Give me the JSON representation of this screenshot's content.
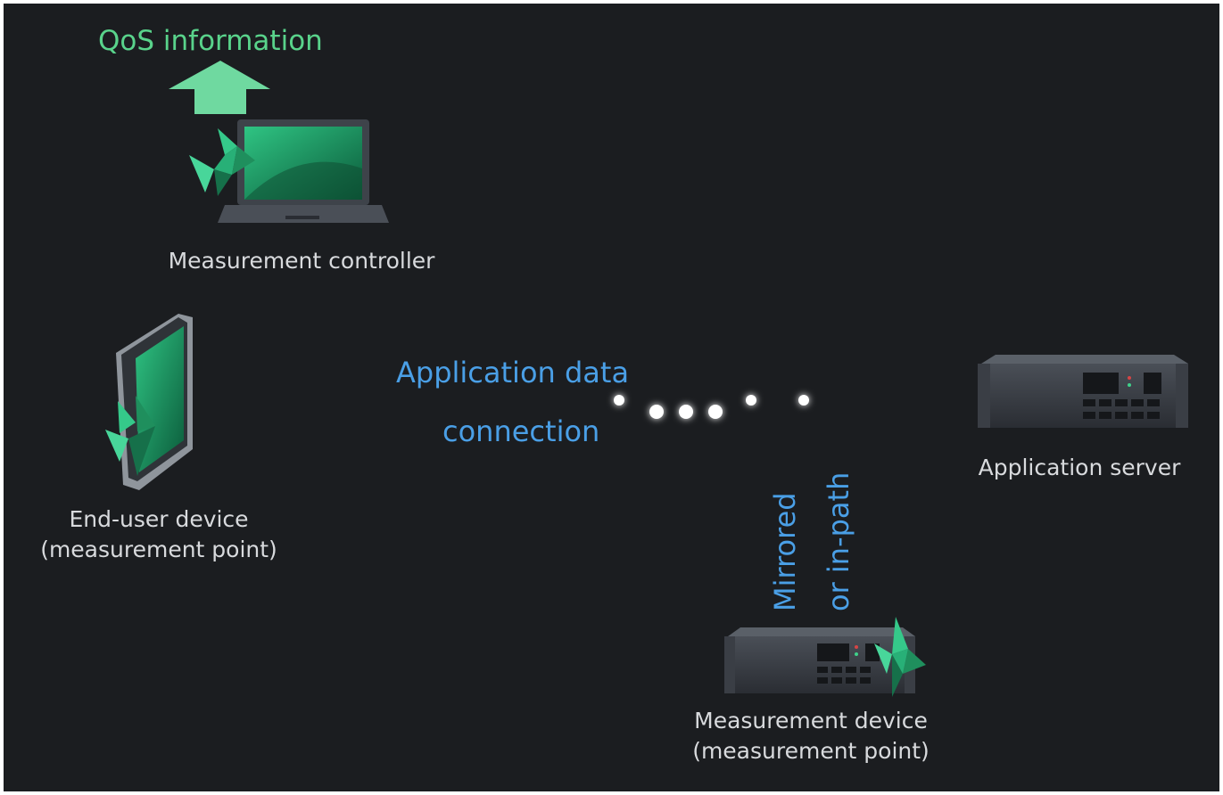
{
  "qos": {
    "label": "QoS information"
  },
  "controller": {
    "label": "Measurement controller"
  },
  "end_user": {
    "line1": "End-user device",
    "line2": "(measurement point)"
  },
  "connection": {
    "line1": "Application data",
    "line2": "connection"
  },
  "server": {
    "label": "Application server"
  },
  "tap": {
    "line1": "Mirrored",
    "line2": "or in-path"
  },
  "measurement_device": {
    "line1": "Measurement device",
    "line2": "(measurement point)"
  },
  "colors": {
    "background": "#1b1d20",
    "accent_green": "#59d38b",
    "link_blue": "#4a9fe6",
    "text": "#d8dadd"
  },
  "icons": [
    "up-arrow-icon",
    "laptop-icon",
    "tablet-icon",
    "server-icon",
    "rack-appliance-icon",
    "crystal-logo-icon"
  ]
}
